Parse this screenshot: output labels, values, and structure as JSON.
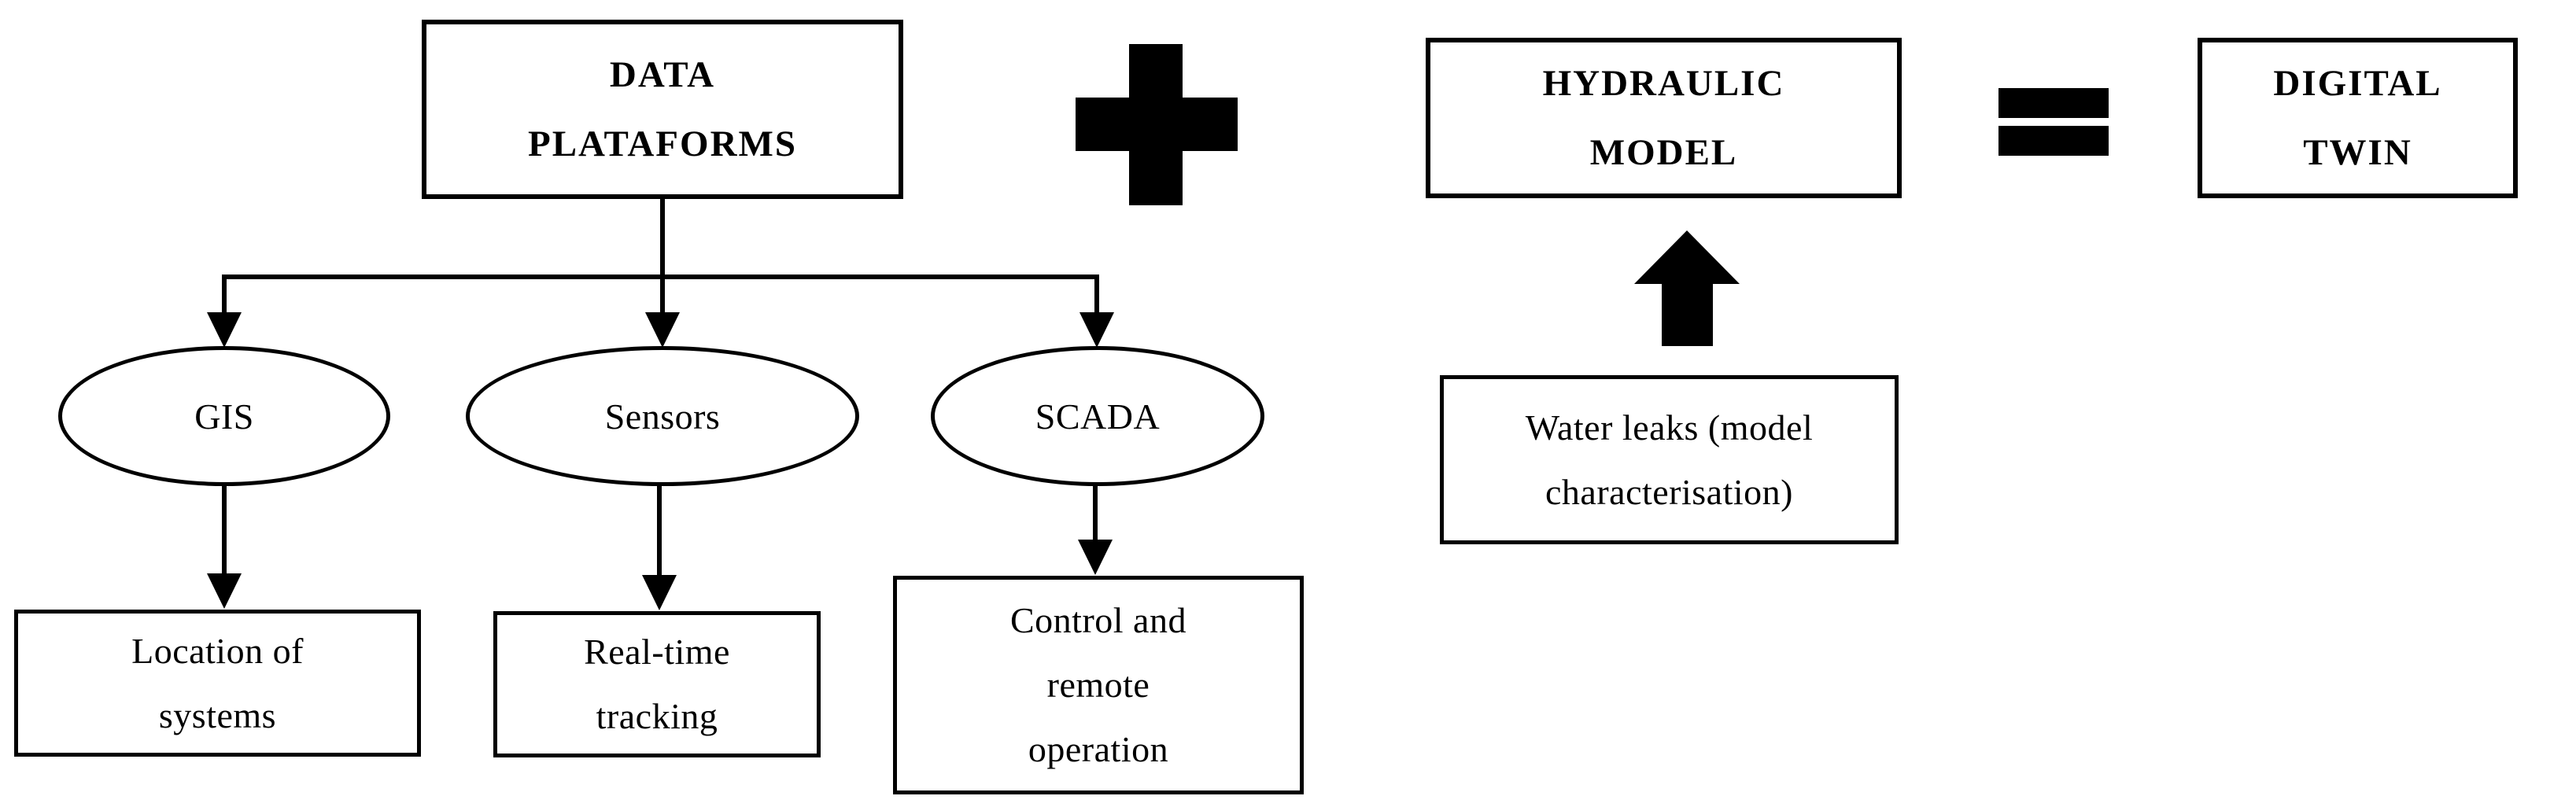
{
  "diagram": {
    "title_semantics": "Digital twin composition diagram",
    "colors": {
      "ink": "#000000",
      "background": "#ffffff"
    },
    "equation": {
      "data_platforms": {
        "line1": "DATA",
        "line2": "PLATAFORMS"
      },
      "plus_symbol": "+",
      "hydraulic_model": {
        "line1": "HYDRAULIC",
        "line2": "MODEL"
      },
      "equals_symbol": "=",
      "digital_twin": {
        "line1": "DIGITAL",
        "line2": "TWIN"
      }
    },
    "platforms": [
      {
        "label": "GIS"
      },
      {
        "label": "Sensors"
      },
      {
        "label": "SCADA"
      }
    ],
    "platform_details": [
      {
        "line1": "Location of",
        "line2": "systems"
      },
      {
        "line1": "Real-time",
        "line2": "tracking"
      },
      {
        "line1": "Control and",
        "line2": "remote",
        "line3": "operation"
      }
    ],
    "hydraulic_input": {
      "line1": "Water leaks (model",
      "line2": "characterisation)"
    }
  }
}
